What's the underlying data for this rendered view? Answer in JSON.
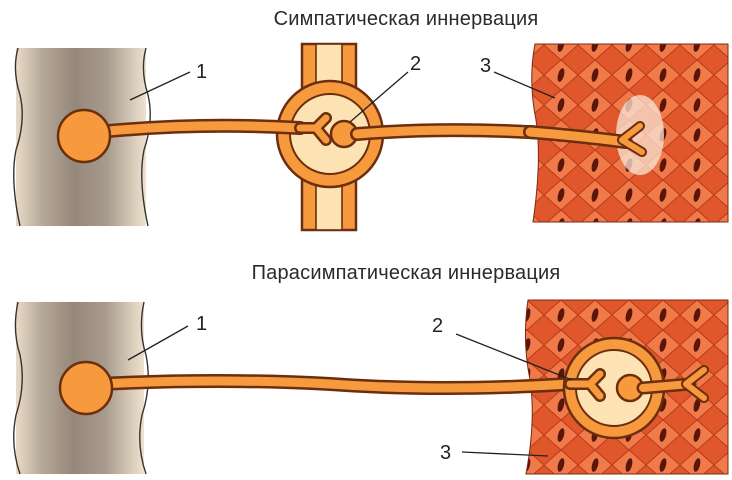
{
  "sympathetic": {
    "title": "Симпатическая иннервация",
    "labels": [
      "1",
      "2",
      "3"
    ]
  },
  "parasympathetic": {
    "title": "Парасимпатическая иннервация",
    "labels": [
      "1",
      "2",
      "3"
    ]
  },
  "colors": {
    "nerve_fill": "#f79a3e",
    "nerve_outline": "#6b2e0e",
    "spinal_gray": "#9c8e83",
    "spinal_light": "#e9dbc6",
    "muscle_fill": "#e0572b",
    "muscle_cell": "#f07a4a",
    "nucleus": "#5a1608",
    "ganglion_light": "#fde3b4"
  }
}
